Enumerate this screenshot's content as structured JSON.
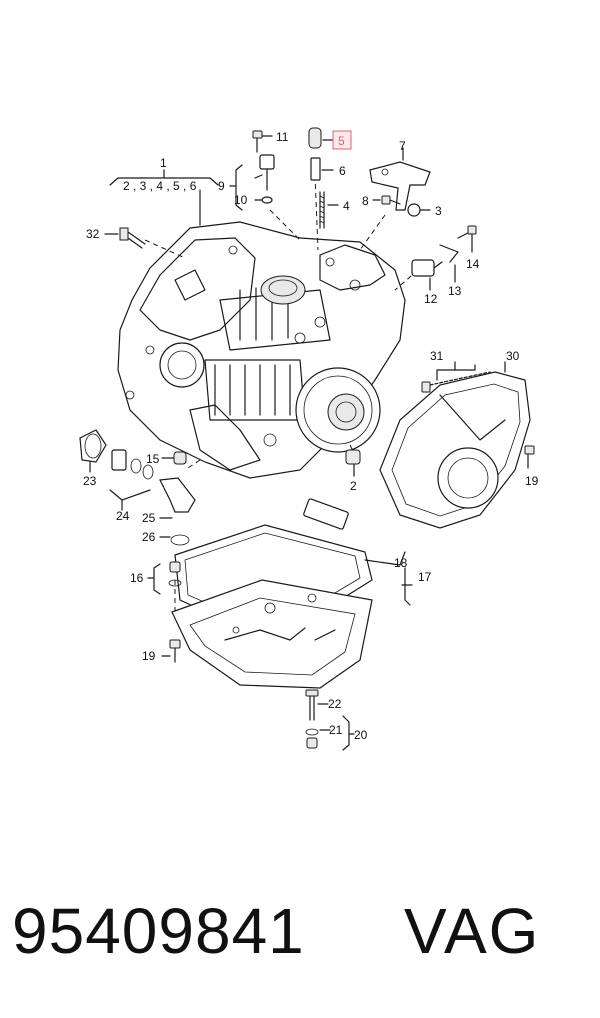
{
  "callouts": {
    "c1": "1",
    "c1_sub": "2 , 3 , 4 , 5 , 6",
    "c2": "2",
    "c3": "3",
    "c4": "4",
    "c5": "5",
    "c6": "6",
    "c7": "7",
    "c8": "8",
    "c9": "9",
    "c10": "10",
    "c11": "11",
    "c12": "12",
    "c13": "13",
    "c14": "14",
    "c15": "15",
    "c16": "16",
    "c17": "17",
    "c18": "18",
    "c19a": "19",
    "c19b": "19",
    "c20": "20",
    "c21": "21",
    "c22": "22",
    "c23": "23",
    "c24": "24",
    "c25": "25",
    "c26": "26",
    "c30": "30",
    "c31": "31",
    "c32": "32"
  },
  "footer": {
    "part_number": "95409841",
    "brand": "VAG"
  }
}
